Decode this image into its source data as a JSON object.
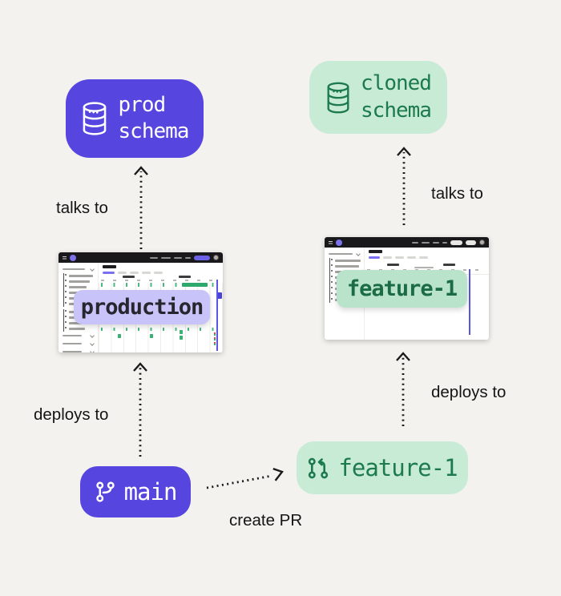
{
  "diagram": {
    "background_color": "#f4f2ee",
    "accent_colors": {
      "purple": "#5745e0",
      "lavender": "#c8c4fa",
      "green_light": "#c8ebd6",
      "green_dark": "#1c7a4d"
    },
    "nodes": {
      "prod_schema": {
        "line1": "prod",
        "line2": "schema",
        "icon": "database-icon"
      },
      "cloned_schema": {
        "line1": "cloned",
        "line2": "schema",
        "icon": "database-icon"
      },
      "production_app": {
        "label": "production"
      },
      "feature_app": {
        "label": "feature-1"
      },
      "main_branch": {
        "label": "main",
        "icon": "git-branch-icon"
      },
      "feature_branch": {
        "label": "feature-1",
        "icon": "git-pull-request-icon"
      }
    },
    "edges": {
      "talks_to_left": "talks to",
      "deploys_to_left": "deploys to",
      "talks_to_right": "talks to",
      "deploys_to_right": "deploys to",
      "create_pr": "create PR"
    }
  }
}
